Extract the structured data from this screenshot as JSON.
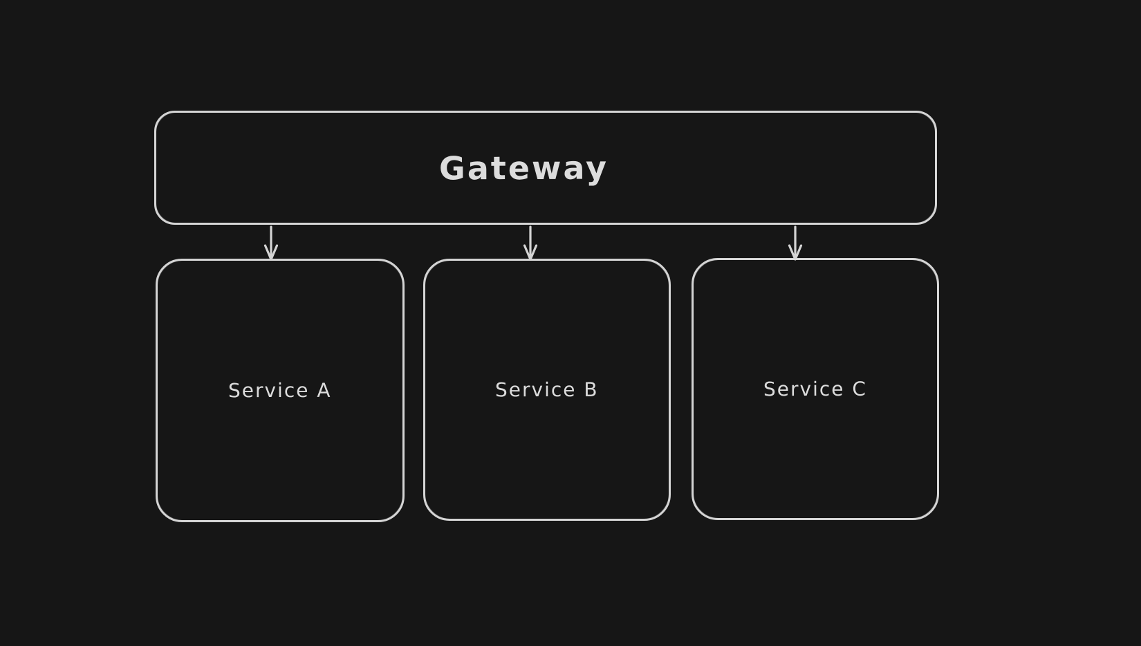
{
  "canvas": {
    "background_color": "#161616",
    "stroke_color": "#d4d4d4",
    "text_color": "#dcdcdc"
  },
  "diagram": {
    "type": "flowchart",
    "style": "hand-drawn",
    "nodes": [
      {
        "id": "gateway",
        "label": "Gateway",
        "shape": "rounded-rectangle"
      },
      {
        "id": "service-a",
        "label": "Service A",
        "shape": "rounded-rectangle"
      },
      {
        "id": "service-b",
        "label": "Service B",
        "shape": "rounded-rectangle"
      },
      {
        "id": "service-c",
        "label": "Service C",
        "shape": "rounded-rectangle"
      }
    ],
    "edges": [
      {
        "from": "gateway",
        "to": "service-a",
        "type": "arrow",
        "direction": "down"
      },
      {
        "from": "gateway",
        "to": "service-b",
        "type": "arrow",
        "direction": "down"
      },
      {
        "from": "gateway",
        "to": "service-c",
        "type": "arrow",
        "direction": "down"
      }
    ]
  }
}
